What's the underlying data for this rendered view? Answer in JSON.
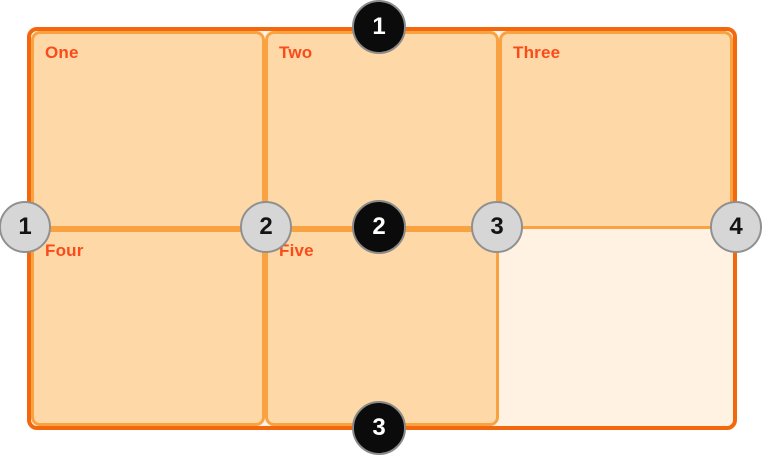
{
  "cells": [
    {
      "label": "One"
    },
    {
      "label": "Two"
    },
    {
      "label": "Three"
    },
    {
      "label": "Four"
    },
    {
      "label": "Five"
    },
    {
      "label": ""
    }
  ],
  "row_lines": [
    {
      "number": "1"
    },
    {
      "number": "2"
    },
    {
      "number": "3"
    }
  ],
  "column_lines": [
    {
      "number": "1"
    },
    {
      "number": "2"
    },
    {
      "number": "3"
    },
    {
      "number": "4"
    }
  ],
  "colors": {
    "outer_border": "#f3680d",
    "inner_border": "#f9a242",
    "cell_fill": "#fed8a6",
    "container_fill": "#fff2e3",
    "label_color": "#fa4b1a",
    "row_marker_fill": "#0b0b0b",
    "row_marker_ring": "#8a8a8a",
    "row_marker_text": "#ffffff",
    "col_marker_fill": "#d6d6d6",
    "col_marker_ring": "#909090",
    "col_marker_text": "#141414",
    "page_bg": "#ffffff"
  }
}
